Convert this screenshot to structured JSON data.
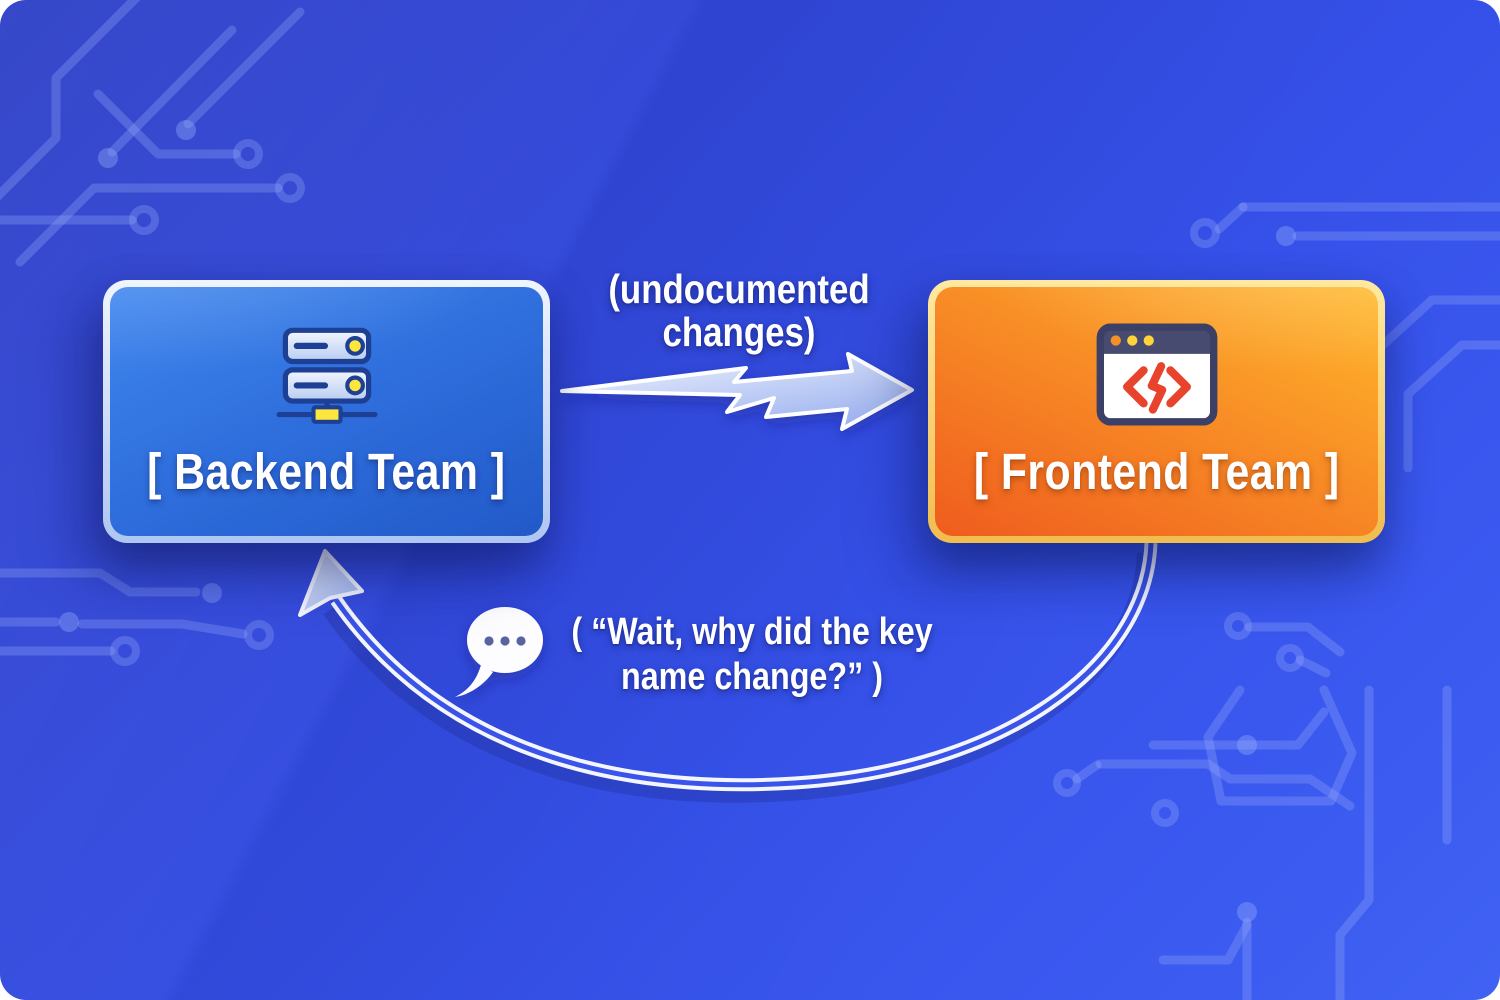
{
  "illustration": {
    "background_color": "#3550e8",
    "pattern": "circuit-board-traces",
    "pattern_color": "rgba(151,173,252,0.30)",
    "boxes": {
      "backend": {
        "label": "[ Backend Team ]",
        "icon": "server-icon",
        "fill_top": "#3f86ee",
        "fill_bottom": "#2259c9",
        "border_color": "#d9e6fa"
      },
      "frontend": {
        "label": "[ Frontend Team ]",
        "icon": "code-window-icon",
        "fill_top": "#ffb82a",
        "fill_bottom": "#ef5c1e",
        "border_color": "#ffda79"
      }
    },
    "forward_arrow": {
      "shape": "zigzag-lightning-arrow",
      "direction": "backend-to-frontend",
      "color": "#ffffff",
      "label_lines": [
        "(undocumented",
        "changes)"
      ]
    },
    "return_arrow": {
      "shape": "curved-double-line-arrow",
      "direction": "frontend-to-backend",
      "color": "#ffffff",
      "icon": "chat-bubble-icon",
      "label_lines": [
        "( “Wait, why did the key",
        "name change?” )"
      ]
    }
  }
}
